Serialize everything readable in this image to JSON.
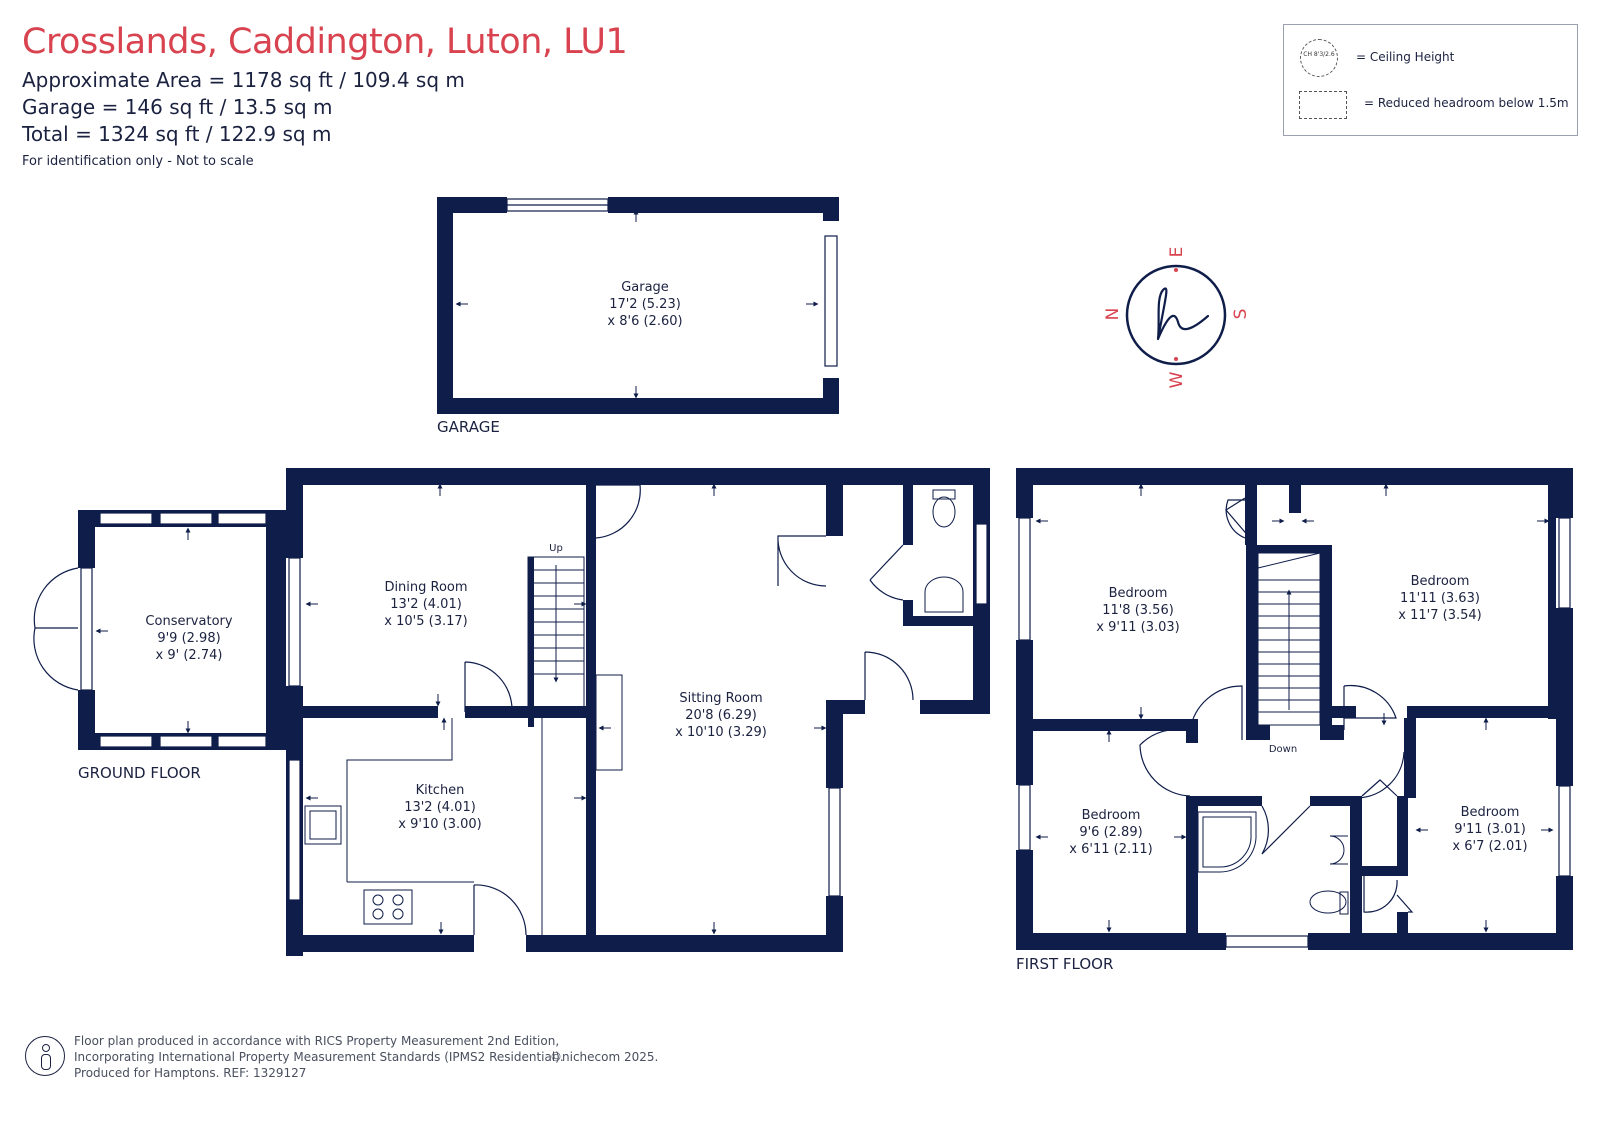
{
  "header": {
    "title": "Crosslands, Caddington, Luton, LU1",
    "area_lines": [
      "Approximate Area = 1178 sq ft / 109.4 sq m",
      "Garage = 146 sq ft / 13.5 sq m",
      "Total = 1324 sq ft / 122.9 sq m"
    ],
    "note": "For identification only - Not to scale"
  },
  "legend": {
    "ceiling_icon_text": "CH 8'3/2.6",
    "ceiling_height": "= Ceiling Height",
    "reduced_headroom": "= Reduced headroom below 1.5m"
  },
  "floors": {
    "garage": "GARAGE",
    "ground": "GROUND FLOOR",
    "first": "FIRST FLOOR"
  },
  "rooms": {
    "garage": {
      "name": "Garage",
      "dim1": "17'2 (5.23)",
      "dim2": "x 8'6 (2.60)"
    },
    "conservatory": {
      "name": "Conservatory",
      "dim1": "9'9 (2.98)",
      "dim2": "x 9' (2.74)"
    },
    "dining": {
      "name": "Dining Room",
      "dim1": "13'2 (4.01)",
      "dim2": "x 10'5 (3.17)"
    },
    "kitchen": {
      "name": "Kitchen",
      "dim1": "13'2 (4.01)",
      "dim2": "x 9'10 (3.00)"
    },
    "sitting": {
      "name": "Sitting Room",
      "dim1": "20'8 (6.29)",
      "dim2": "x 10'10 (3.29)"
    },
    "bed1": {
      "name": "Bedroom",
      "dim1": "11'8 (3.56)",
      "dim2": "x 9'11 (3.03)"
    },
    "bed2": {
      "name": "Bedroom",
      "dim1": "11'11 (3.63)",
      "dim2": "x 11'7 (3.54)"
    },
    "bed3": {
      "name": "Bedroom",
      "dim1": "9'6 (2.89)",
      "dim2": "x 6'11 (2.11)"
    },
    "bed4": {
      "name": "Bedroom",
      "dim1": "9'11 (3.01)",
      "dim2": "x 6'7 (2.01)"
    }
  },
  "stairs": {
    "up": "Up",
    "down": "Down"
  },
  "compass": {
    "n": "N",
    "e": "E",
    "s": "S",
    "w": "W"
  },
  "footer": {
    "line1": "Floor plan produced in accordance with RICS Property Measurement 2nd Edition,",
    "line2": "Incorporating International Property Measurement Standards (IPMS2 Residential).",
    "line3": "Produced for Hamptons.   REF:  1329127",
    "brand": "©nichecom 2025."
  },
  "colors": {
    "wall": "#0f1d4a",
    "accent": "#d8434f",
    "text": "#1b2240"
  }
}
